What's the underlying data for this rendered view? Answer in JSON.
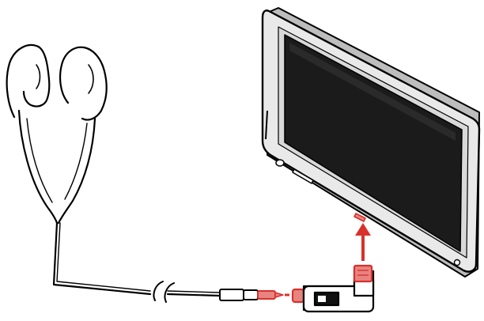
{
  "colors": {
    "outline": "#000000",
    "accent_red": "#d8312d",
    "plug_tip": "#e8847f",
    "screen": "#1b1b1b",
    "bezel": "#e9e9e9",
    "device_shadow": "#bdbdbd",
    "background": "#ffffff"
  },
  "icons": {
    "earphones": "earbuds-icon",
    "tablet": "tablet-device",
    "adapter": "right-angle-adapter",
    "arrow": "insert-arrow"
  }
}
